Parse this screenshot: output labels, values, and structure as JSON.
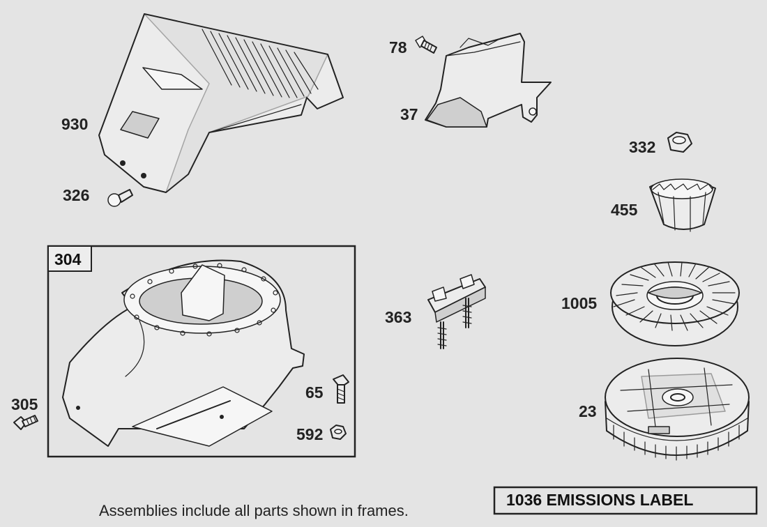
{
  "parts": {
    "p930": "930",
    "p326": "326",
    "p78": "78",
    "p37": "37",
    "p332": "332",
    "p455": "455",
    "p304": "304",
    "p363": "363",
    "p1005": "1005",
    "p305": "305",
    "p65": "65",
    "p592": "592",
    "p23": "23"
  },
  "footer_note": "Assemblies include all parts shown in frames.",
  "emissions_label": "1036 EMISSIONS LABEL"
}
